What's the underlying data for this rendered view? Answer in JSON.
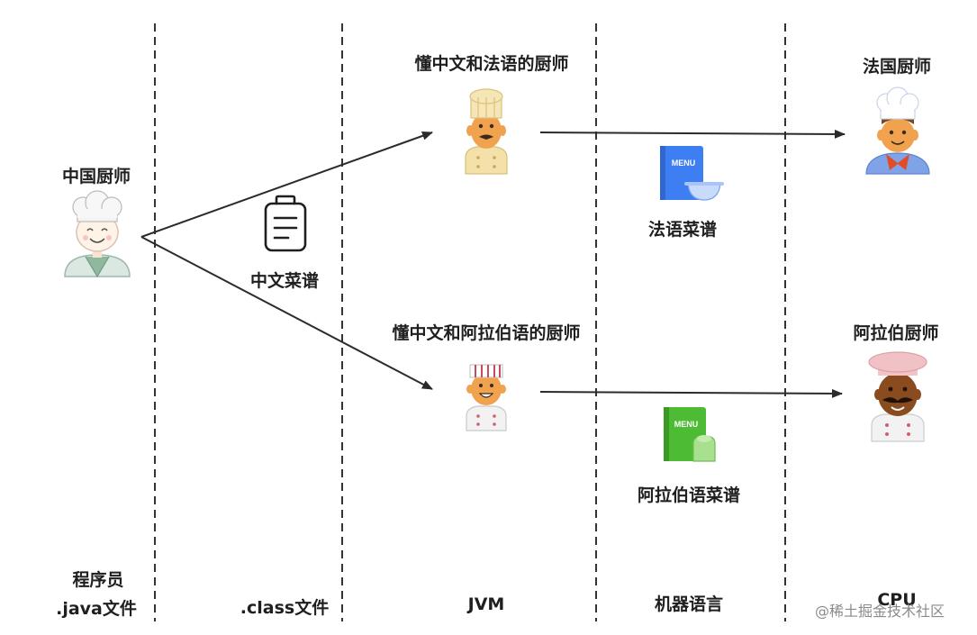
{
  "chefs": {
    "chinese": "中国厨师",
    "french_chinese": "懂中文和法语的厨师",
    "arabic_chinese": "懂中文和阿拉伯语的厨师",
    "french": "法国厨师",
    "arabic": "阿拉伯厨师"
  },
  "recipes": {
    "chinese": "中文菜谱",
    "french": "法语菜谱",
    "arabic": "阿拉伯语菜谱",
    "menu_text": "MENU"
  },
  "columns": {
    "programmer": "程序员",
    "java_file": ".java文件",
    "class_file": ".class文件",
    "jvm": "JVM",
    "machine_language": "机器语言",
    "cpu": "CPU"
  },
  "watermark": "@稀土掘金技术社区",
  "colors": {
    "line": "#2b2b2b",
    "french_menu": "#3d7ef2",
    "arabic_menu": "#4dbb34"
  },
  "icons": {
    "chinese_chef": "smiling-chef-icon",
    "jvm_french_chef": "tall-hat-chef-icon",
    "jvm_arabic_chef": "short-hat-chef-icon",
    "french_chef": "french-chef-icon",
    "arabic_chef": "arabic-chef-icon",
    "clipboard": "clipboard-icon",
    "menu_book": "menu-book-icon"
  }
}
